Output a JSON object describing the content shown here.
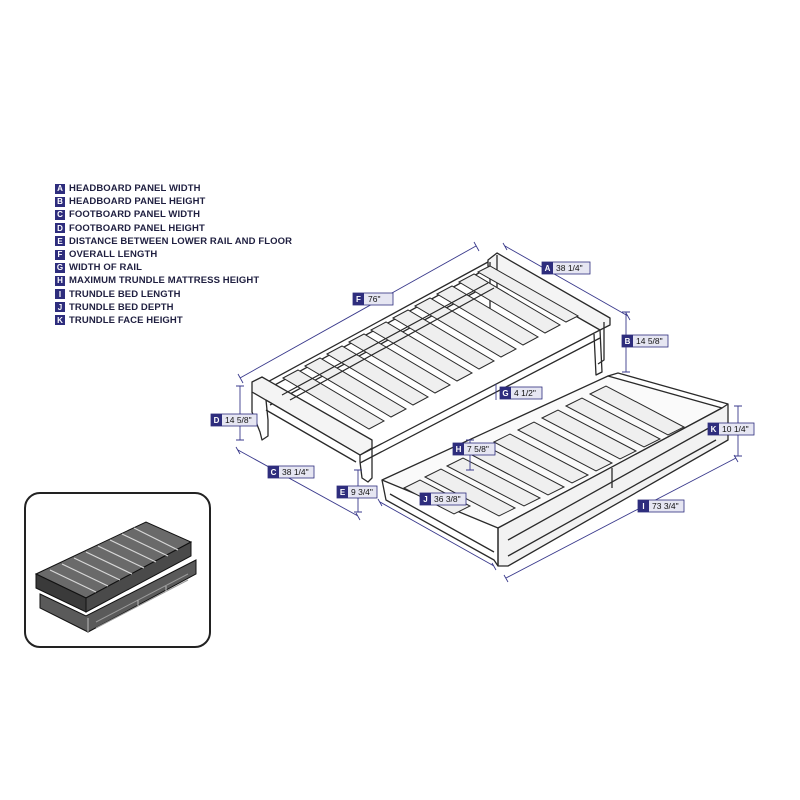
{
  "legend": [
    {
      "key": "A",
      "label": "HEADBOARD PANEL WIDTH"
    },
    {
      "key": "B",
      "label": "HEADBOARD PANEL HEIGHT"
    },
    {
      "key": "C",
      "label": "FOOTBOARD PANEL WIDTH"
    },
    {
      "key": "D",
      "label": "FOOTBOARD PANEL HEIGHT"
    },
    {
      "key": "E",
      "label": "DISTANCE BETWEEN LOWER RAIL AND FLOOR"
    },
    {
      "key": "F",
      "label": "OVERALL LENGTH"
    },
    {
      "key": "G",
      "label": "WIDTH OF RAIL"
    },
    {
      "key": "H",
      "label": "MAXIMUM TRUNDLE MATTRESS HEIGHT"
    },
    {
      "key": "I",
      "label": "TRUNDLE BED LENGTH"
    },
    {
      "key": "J",
      "label": "TRUNDLE BED DEPTH"
    },
    {
      "key": "K",
      "label": "TRUNDLE FACE HEIGHT"
    }
  ],
  "dimensions": {
    "A": "38 1/4\"",
    "B": "14 5/8\"",
    "C": "38 1/4\"",
    "D": "14 5/8\"",
    "E": "9 3/4\"",
    "F": "76\"",
    "G": "4 1/2\"",
    "H": "7 5/8\"",
    "I": "73 3/4\"",
    "J": "36 3/8\"",
    "K": "10 1/4\""
  },
  "colors": {
    "tag": "#2e2d7d",
    "tag_fill": "#e6e6f2",
    "dim_line": "#3a3a8c",
    "line": "#2a2a2a"
  }
}
